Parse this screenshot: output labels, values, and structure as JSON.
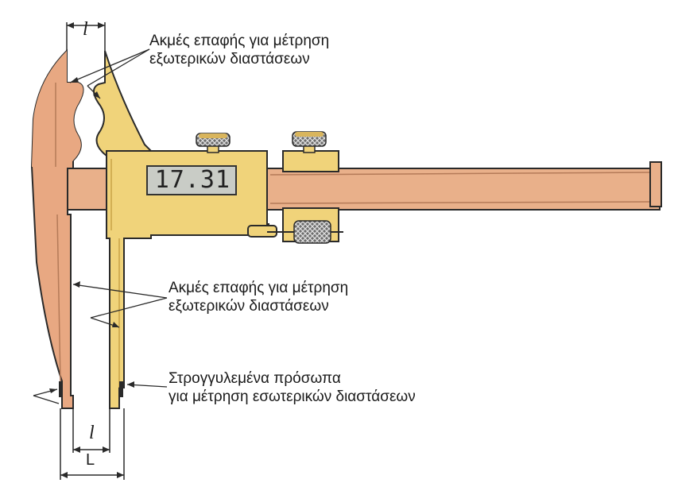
{
  "display": {
    "reading": "17.31"
  },
  "labels": {
    "top_line1": "Ακμές επαφής για μέτρηση",
    "top_line2": "εξωτερικών διαστάσεων",
    "mid_line1": "Ακμές επαφής για μέτρηση",
    "mid_line2": "εξωτερικών διαστάσεων",
    "bottom_line1": "Στρογγυλεμένα πρόσωπα",
    "bottom_line2": "για μέτρηση εσωτερικών διαστάσεων"
  },
  "dimensions": {
    "top_l": "l",
    "bottom_l": "l",
    "bottom_L": "L"
  },
  "colors": {
    "fixed_jaw": "#e8a882",
    "slider": "#f0d37a",
    "beam": "#e9b08a",
    "outline": "#2a2a2a"
  }
}
